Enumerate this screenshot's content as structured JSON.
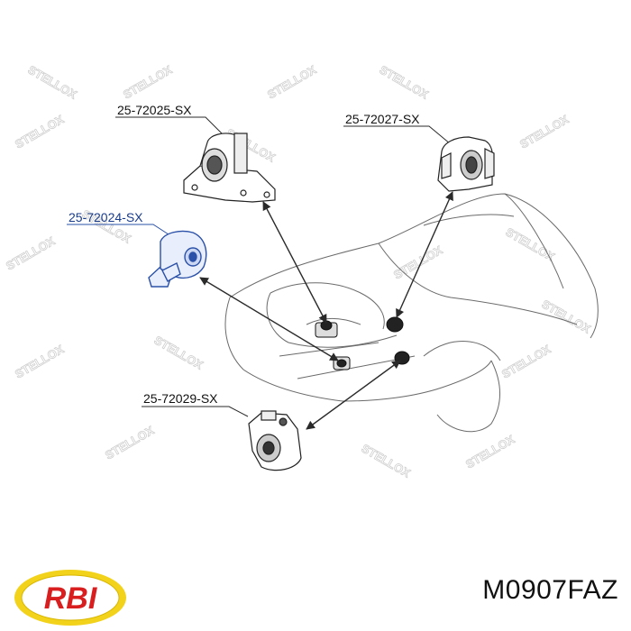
{
  "diagram": {
    "callouts": [
      {
        "id": "c1",
        "label": "25-72025-SX"
      },
      {
        "id": "c2",
        "label": "25-72027-SX"
      },
      {
        "id": "c3",
        "label": "25-72024-SX",
        "highlight": true
      },
      {
        "id": "c4",
        "label": "25-72029-SX"
      }
    ],
    "watermark_text": "STELLOX",
    "highlight_color": "#2a50a8",
    "line_color": "#3a3a3a"
  },
  "footer": {
    "logo_text": "RBI",
    "logo_colors": {
      "ring": "#f2d21a",
      "text": "#d81e1e"
    },
    "part_number": "M0907FAZ"
  }
}
